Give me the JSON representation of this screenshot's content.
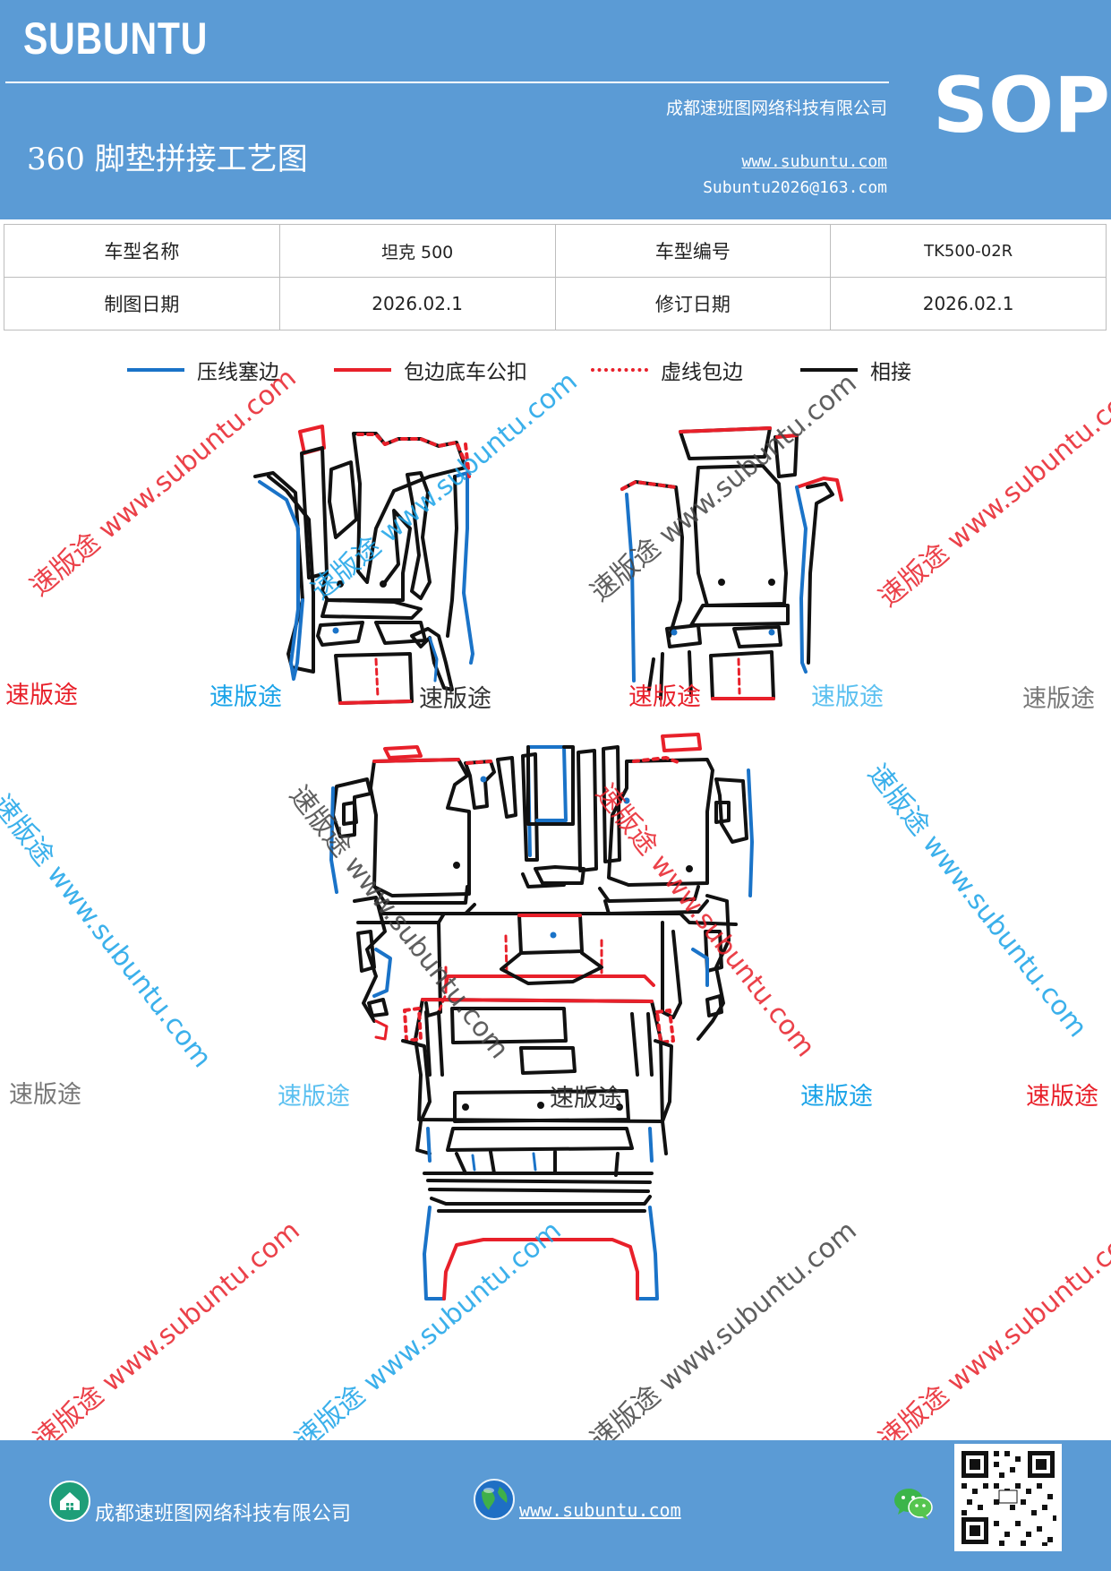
{
  "header": {
    "brand": "SUBUNTU",
    "company": "成都速班图网络科技有限公司",
    "title": "360 脚垫拼接工艺图",
    "website": "www.subuntu.com",
    "email": "Subuntu2026@163.com",
    "badge": "SOP"
  },
  "info_table": {
    "rows": [
      [
        {
          "label": "车型名称"
        },
        {
          "value": "坦克 500"
        },
        {
          "label": "车型编号"
        },
        {
          "value": "TK500-02R"
        }
      ],
      [
        {
          "label": "制图日期"
        },
        {
          "value": "2026.02.1"
        },
        {
          "label": "修订日期"
        },
        {
          "value": "2026.02.1"
        }
      ]
    ]
  },
  "legend": {
    "items": [
      {
        "label": "压线塞边",
        "color": "#1a73c8",
        "style": "solid"
      },
      {
        "label": "包边底车公扣",
        "color": "#e8202a",
        "style": "solid"
      },
      {
        "label": "虚线包边",
        "color": "#e8202a",
        "style": "dotted"
      },
      {
        "label": "相接",
        "color": "#111111",
        "style": "solid"
      }
    ]
  },
  "watermarks": {
    "short": "速版途",
    "long": "速版途 www.subuntu.com"
  },
  "colors": {
    "header_bg": "#5b9bd5",
    "blue_line": "#1a73c8",
    "red_line": "#e8202a",
    "black_line": "#111111"
  },
  "footer": {
    "company": "成都速班图网络科技有限公司",
    "website": "www.subuntu.com",
    "icons": [
      "home-icon",
      "globe-icon",
      "wechat-icon",
      "qr-code"
    ]
  }
}
